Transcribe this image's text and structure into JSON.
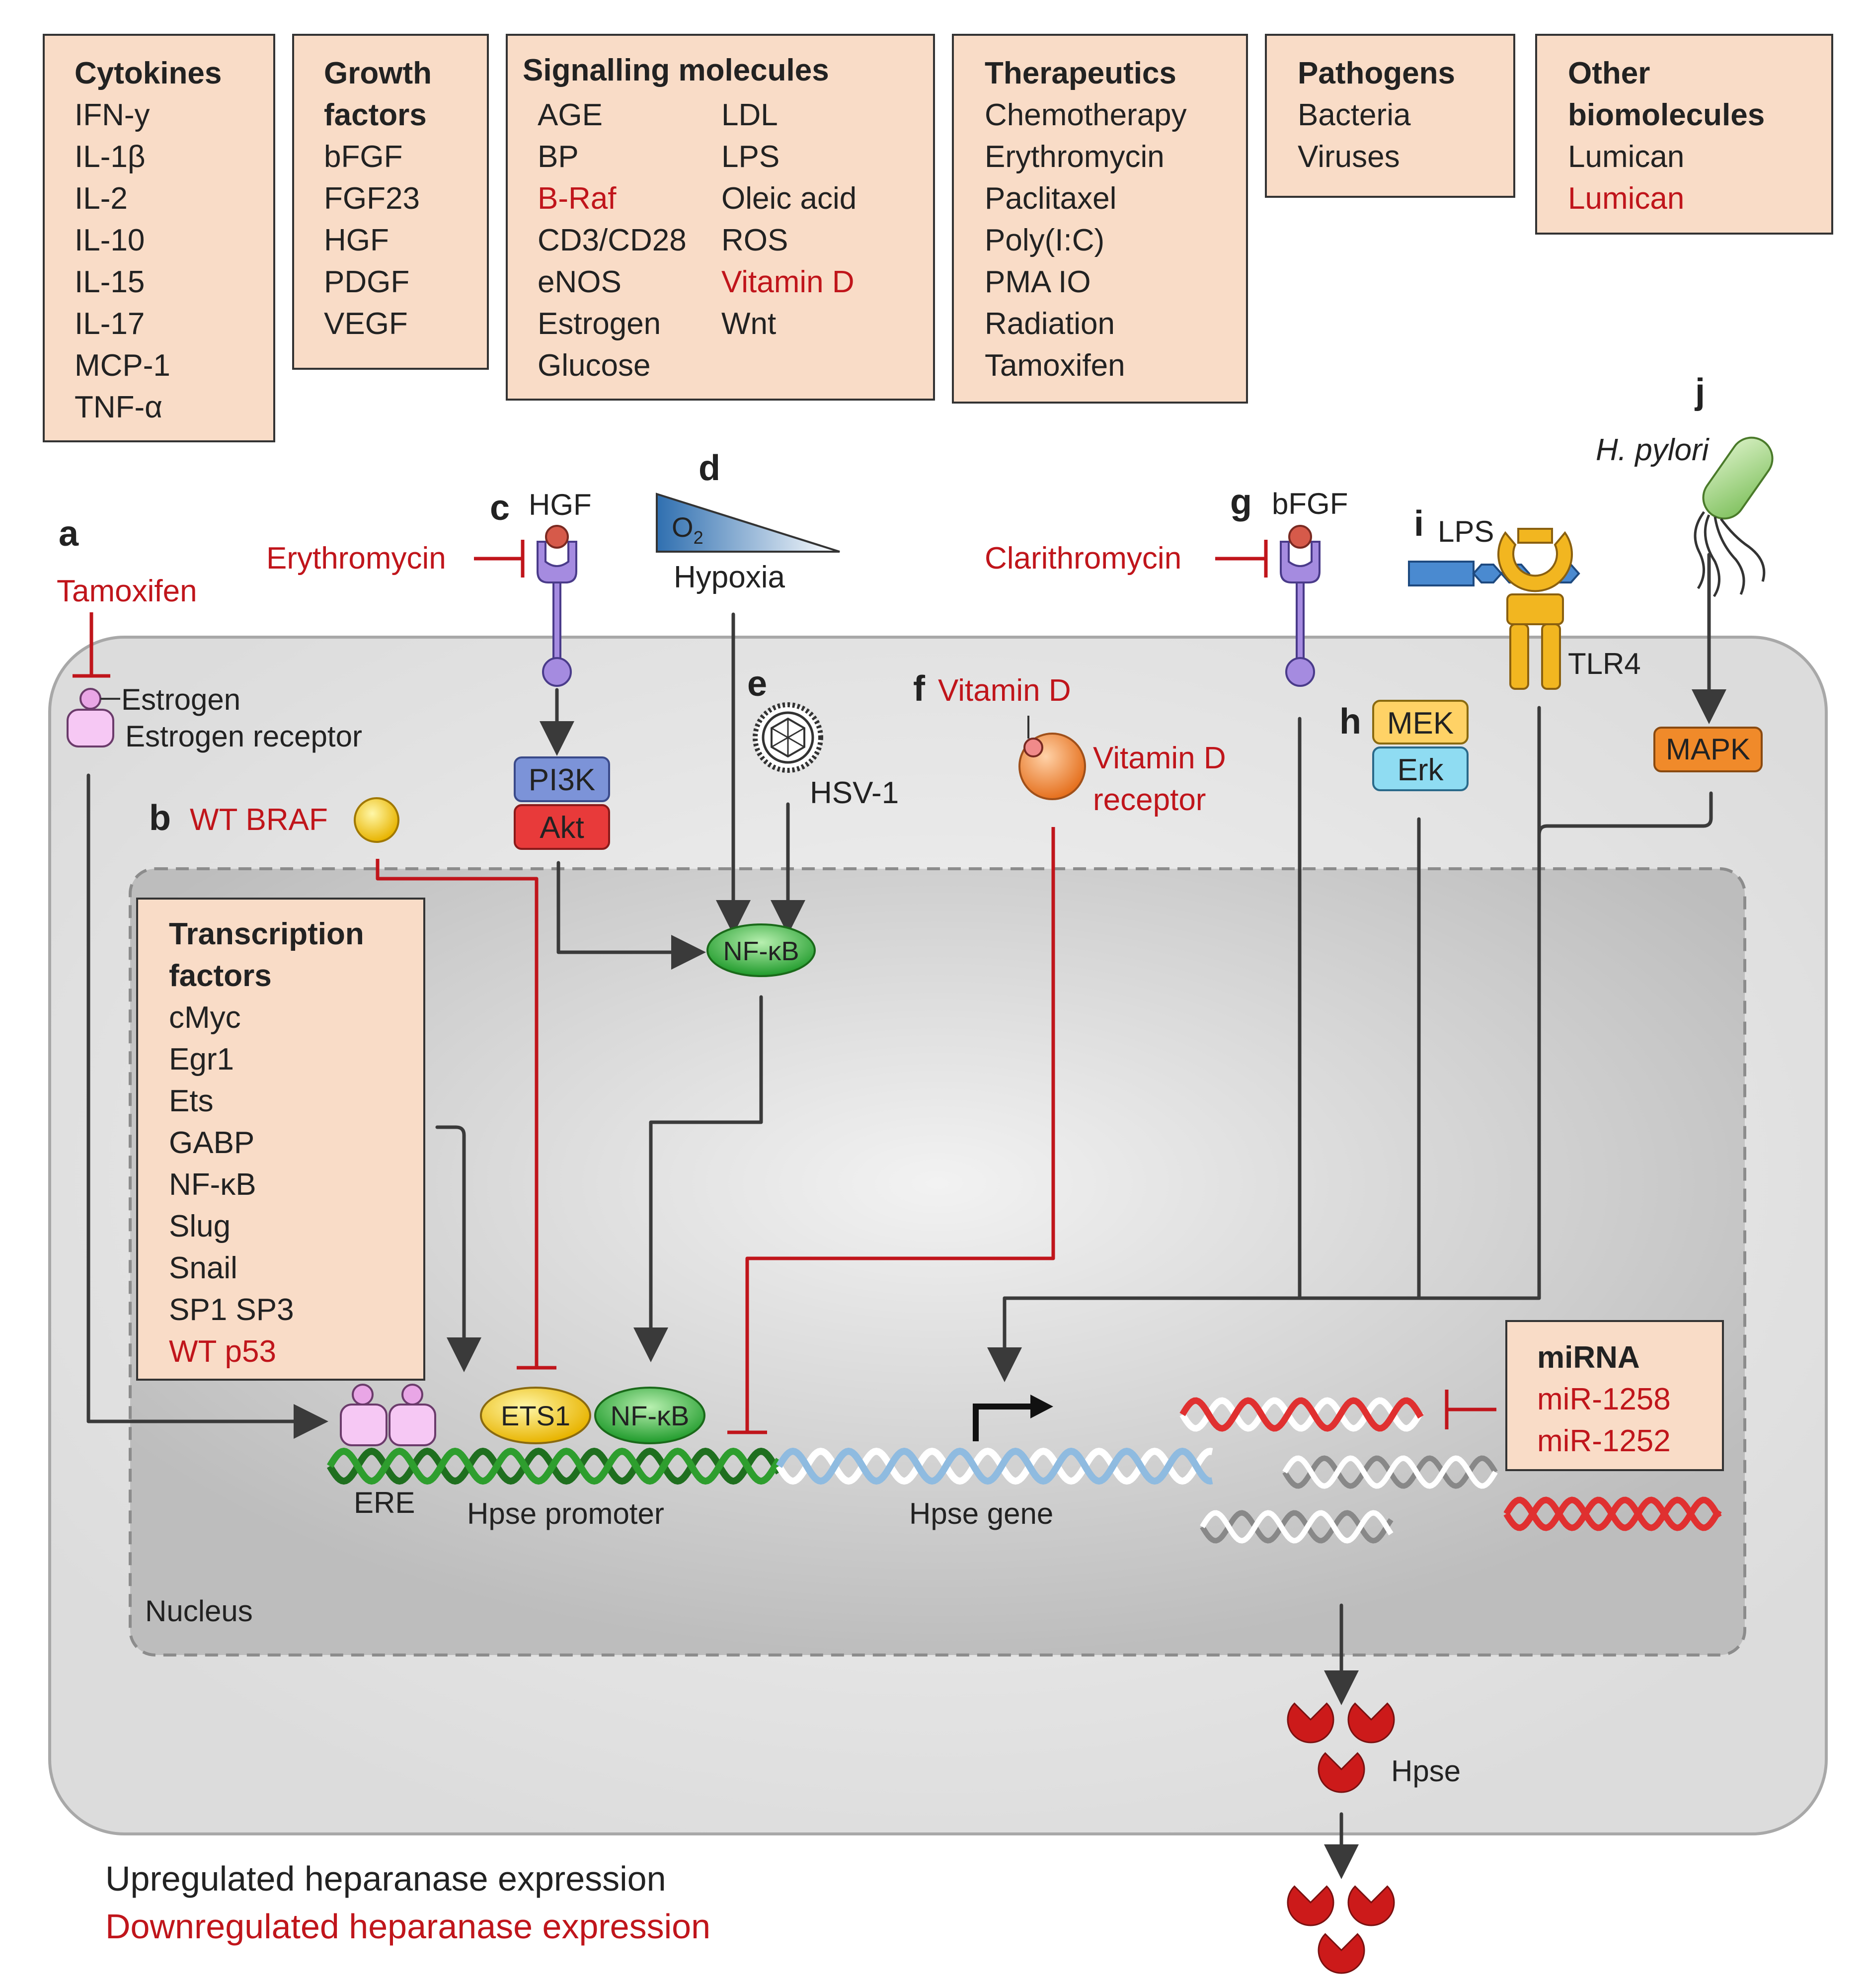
{
  "categories": {
    "cytokines": {
      "title": "Cytokines",
      "items": [
        "IFN-y",
        "IL-1β",
        "IL-2",
        "IL-10",
        "IL-15",
        "IL-17",
        "MCP-1",
        "TNF-α"
      ]
    },
    "growth_factors": {
      "title_line1": "Growth",
      "title_line2": "factors",
      "items": [
        "bFGF",
        "FGF23",
        "HGF",
        "PDGF",
        "VEGF"
      ]
    },
    "signalling": {
      "title": "Signalling molecules",
      "col1": [
        "AGE",
        "BP",
        "B-Raf",
        "CD3/CD28",
        "eNOS",
        "Estrogen",
        "Glucose"
      ],
      "col2": [
        "LDL",
        "LPS",
        "Oleic acid",
        "ROS",
        "Vitamin D",
        "Wnt"
      ]
    },
    "therapeutics": {
      "title": "Therapeutics",
      "items": [
        "Chemotherapy",
        "Erythromycin",
        "Paclitaxel",
        "Poly(I:C)",
        "PMA IO",
        "Radiation",
        "Tamoxifen"
      ]
    },
    "pathogens": {
      "title": "Pathogens",
      "items": [
        "Bacteria",
        "Viruses"
      ]
    },
    "other": {
      "title_line1": "Other",
      "title_line2": "biomolecules",
      "items": [
        "Lumican",
        "Lumican"
      ]
    }
  },
  "panels": {
    "a": {
      "letter": "a",
      "drug": "Tamoxifen",
      "ligand": "Estrogen",
      "receptor": "Estrogen receptor"
    },
    "b": {
      "letter": "b",
      "label": "WT BRAF"
    },
    "c": {
      "letter": "c",
      "ligand": "HGF",
      "drug": "Erythromycin",
      "kinase1": "PI3K",
      "kinase2": "Akt"
    },
    "d": {
      "letter": "d",
      "o2": "O",
      "o2_sub": "2",
      "label": "Hypoxia"
    },
    "e": {
      "letter": "e",
      "label": "HSV-1"
    },
    "f": {
      "letter": "f",
      "ligand": "Vitamin D",
      "receptor_line1": "Vitamin D",
      "receptor_line2": "receptor"
    },
    "g": {
      "letter": "g",
      "ligand": "bFGF",
      "drug": "Clarithromycin"
    },
    "h": {
      "letter": "h",
      "kinase1": "MEK",
      "kinase2": "Erk"
    },
    "i": {
      "letter": "i",
      "ligand": "LPS",
      "receptor": "TLR4"
    },
    "j": {
      "letter": "j",
      "pathogen": "H. pylori",
      "kinase": "MAPK"
    }
  },
  "nucleus": {
    "label": "Nucleus",
    "nfkb": "NF-κB",
    "tf_box": {
      "title_line1": "Transcription",
      "title_line2": "factors",
      "items": [
        "cMyc",
        "Egr1",
        "Ets",
        "GABP",
        "NF-κB",
        "Slug",
        "Snail",
        "SP1 SP3",
        "WT p53"
      ]
    },
    "ets1": "ETS1",
    "nfkb_bound": "NF-κB",
    "ere": "ERE",
    "promoter": "Hpse promoter",
    "gene": "Hpse gene",
    "mirna_box": {
      "title": "miRNA",
      "items": [
        "miR-1258",
        "miR-1252"
      ]
    }
  },
  "product": {
    "label": "Hpse"
  },
  "legend": {
    "up": "Upregulated heparanase expression",
    "down": "Downregulated heparanase expression"
  },
  "colors": {
    "downregulation": "#c0151b",
    "upregulation": "#222222",
    "box_fill": "#f9dcc7",
    "cell_fill": "#e6e6e6",
    "nucleus_fill": "#c9c9c9",
    "dna_green": "#2e9e2e",
    "dna_blue": "#8fbbe0",
    "hpse_red": "#cc1a1a"
  }
}
